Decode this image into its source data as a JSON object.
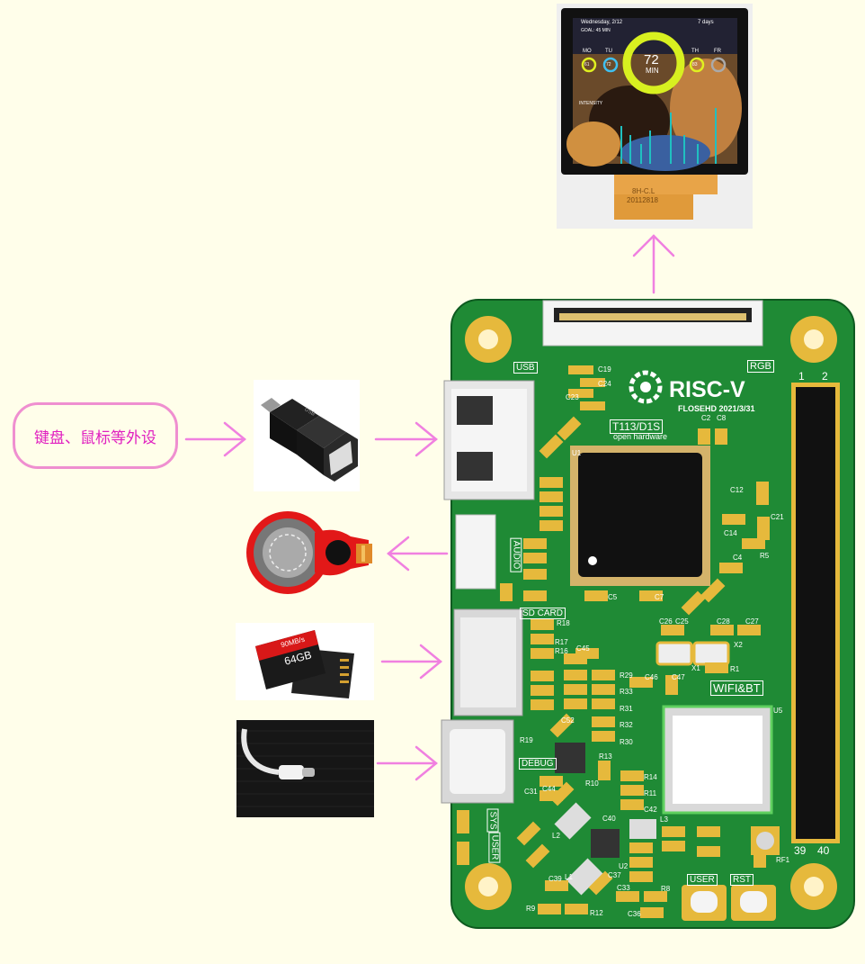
{
  "callout": {
    "text": "键盘、鼠标等外设"
  },
  "lcd": {
    "date": "Wednesday, 2/12",
    "goal": "GOAL: 45 MIN",
    "days": "7 days",
    "ring_value": "72",
    "ring_unit": "MIN",
    "day_labels": [
      "MO",
      "TU",
      "TH",
      "FR"
    ],
    "day_values": [
      "61",
      "72",
      "83",
      ""
    ],
    "intensity": "INTENSITY",
    "flex_code_1": "8H-C.L",
    "flex_code_2": "20112818"
  },
  "usb_adapter": {
    "label": "USB"
  },
  "sd_card": {
    "speed": "90MB/s",
    "capacity": "64GB"
  },
  "pcb": {
    "brand": "RISC-V",
    "open_hw": "open hardware",
    "author": "FLOSEHD 2021/3/31",
    "soc": "T113/D1S",
    "labels": {
      "usb": "USB",
      "rgb": "RGB",
      "audio": "AUDIO",
      "sd": "SD CARD",
      "debug": "DEBUG",
      "wifi": "WIFI&BT",
      "sys": "SYS",
      "user_led": "USER",
      "btn_user": "USER",
      "btn_rst": "RST",
      "pin_1": "1",
      "pin_2": "2",
      "pin_39": "39",
      "pin_40": "40"
    },
    "refs": {
      "c19": "C19",
      "c24": "C24",
      "c23": "C23",
      "c12": "C12",
      "c21": "C21",
      "c14": "C14",
      "c4": "C4",
      "c5": "C5",
      "c7": "C7",
      "c45": "C45",
      "c52": "C52",
      "c31": "C31",
      "c44": "C44",
      "c42": "C42",
      "c40": "C40",
      "c33": "C33",
      "c36": "C36",
      "c39": "C39",
      "c37": "C37",
      "c46": "C46",
      "c47": "C47",
      "c26": "C26",
      "c25": "C25",
      "c28": "C28",
      "c27": "C27",
      "c2": "C2",
      "c8": "C8",
      "r18": "R18",
      "r17": "R17",
      "r16": "R16",
      "r29": "R29",
      "r33": "R33",
      "r31": "R31",
      "r32": "R32",
      "r30": "R30",
      "r19": "R19",
      "r13": "R13",
      "r10": "R10",
      "r14": "R14",
      "r11": "R11",
      "r9": "R9",
      "r12": "R12",
      "r8": "R8",
      "r1": "R1",
      "r5": "R5",
      "u1": "U1",
      "u2": "U2",
      "u5": "U5",
      "x1": "X1",
      "x2": "X2",
      "rf1": "RF1",
      "l1": "L1",
      "l2": "L2",
      "l3": "L3"
    }
  },
  "colors": {
    "background": "#fffeea",
    "arrow": "#f080e0",
    "pcb_green": "#1f8a35",
    "pad_gold": "#e6b93c",
    "callout_text": "#e020c0"
  }
}
